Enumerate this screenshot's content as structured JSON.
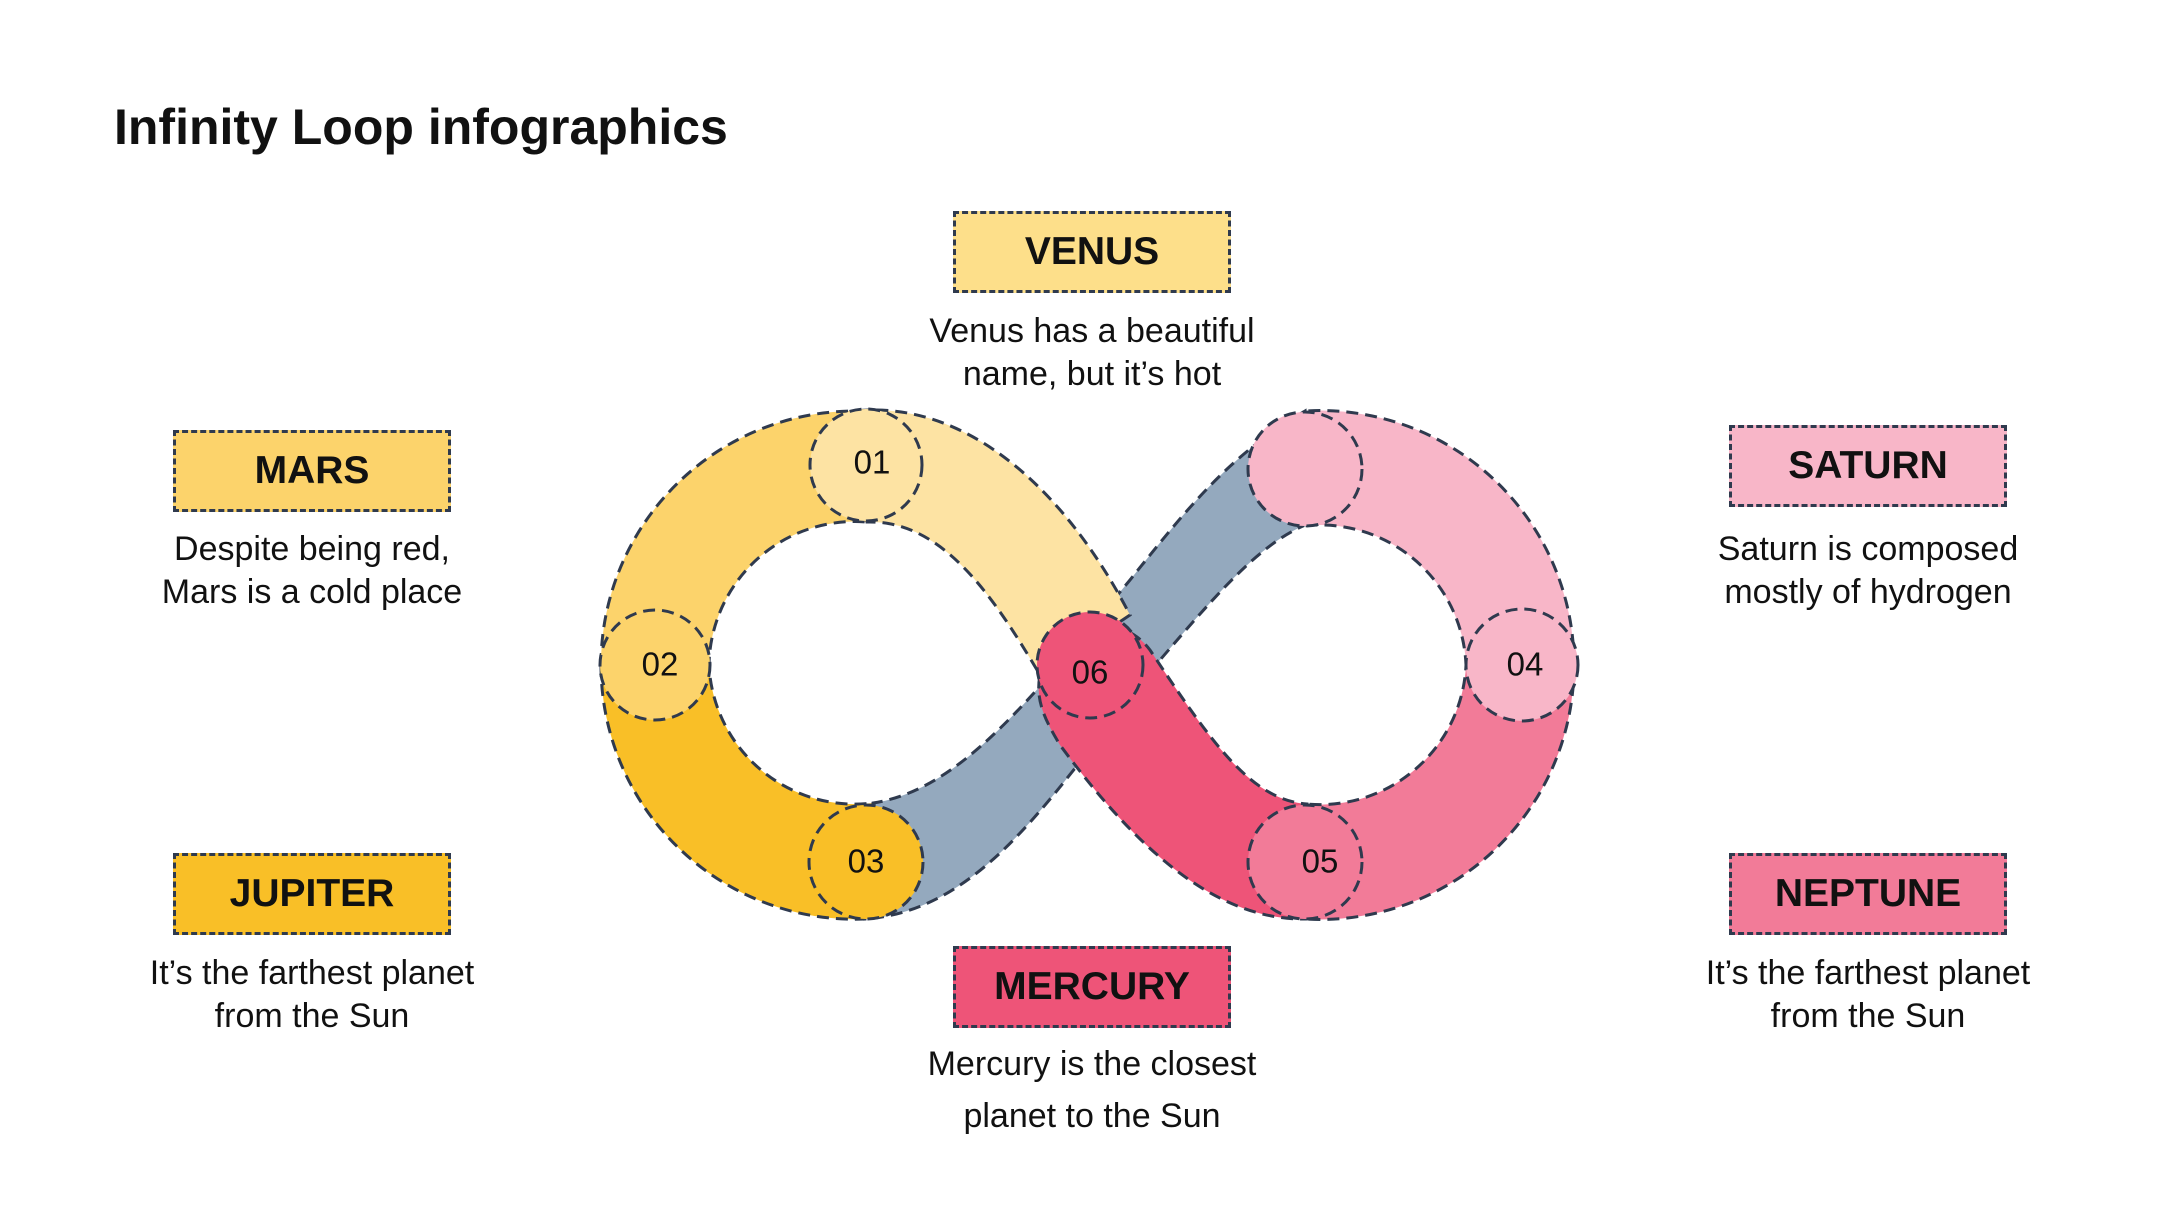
{
  "title": "Infinity Loop infographics",
  "items": [
    {
      "key": "venus",
      "name": "VENUS",
      "desc_lines": [
        "Venus has a beautiful",
        "name, but it’s hot"
      ],
      "color": "#FDDF8A"
    },
    {
      "key": "mars",
      "name": "MARS",
      "desc_lines": [
        "Despite being red,",
        "Mars is a cold place"
      ],
      "color": "#FCD36B"
    },
    {
      "key": "saturn",
      "name": "SATURN",
      "desc_lines": [
        "Saturn is composed",
        "mostly of hydrogen"
      ],
      "color": "#F8B6C8"
    },
    {
      "key": "jupiter",
      "name": "JUPITER",
      "desc_lines": [
        "It’s the farthest  planet",
        "from the Sun"
      ],
      "color": "#F9BF27"
    },
    {
      "key": "mercury",
      "name": "MERCURY",
      "desc_lines": [
        "Mercury is the closest",
        "planet to the Sun"
      ],
      "color": "#EE5478"
    },
    {
      "key": "neptune",
      "name": "NEPTUNE",
      "desc_lines": [
        "It’s the farthest  planet",
        "from the Sun"
      ],
      "color": "#F27B98"
    }
  ],
  "segments": [
    {
      "number": "01",
      "color": "#FDE3A3"
    },
    {
      "number": "02",
      "color": "#FCD36B"
    },
    {
      "number": "03",
      "color": "#F9BF27"
    },
    {
      "number": "04",
      "color": "#F8B6C8"
    },
    {
      "number": "05",
      "color": "#F27B98"
    },
    {
      "number": "06",
      "color": "#EE5478"
    }
  ],
  "connector_color": "#94A9BE",
  "outline_color": "#2f3a4e"
}
